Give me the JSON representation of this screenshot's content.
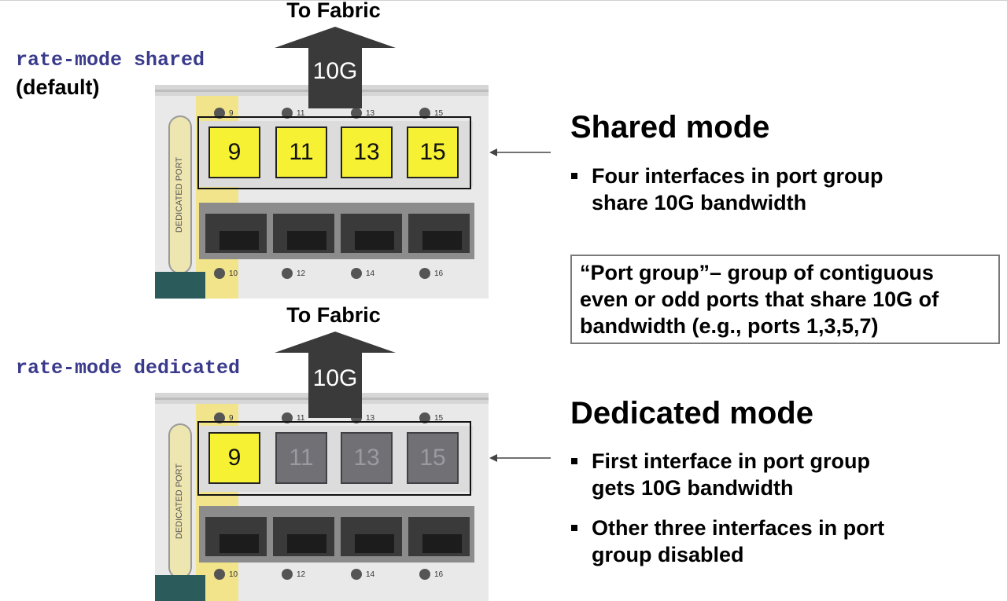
{
  "top_section": {
    "command": "rate-mode shared",
    "subtitle": "(default)",
    "fabric_label": "To Fabric",
    "bandwidth": "10G",
    "ports": [
      {
        "label": "9",
        "state": "enabled"
      },
      {
        "label": "11",
        "state": "enabled"
      },
      {
        "label": "13",
        "state": "enabled"
      },
      {
        "label": "15",
        "state": "enabled"
      }
    ],
    "photo_labels": {
      "top_row": [
        "9",
        "11",
        "13",
        "15"
      ],
      "bottom_row": [
        "10",
        "12",
        "14",
        "16"
      ],
      "side_label": "DEDICATED PORT"
    },
    "heading": "Shared mode",
    "bullets": [
      [
        "Four interfaces in port group",
        "share 10G bandwidth"
      ]
    ]
  },
  "note": {
    "lines": [
      "“Port group”– group of contiguous",
      "even or odd ports that share 10G of",
      "bandwidth (e.g., ports 1,3,5,7)"
    ]
  },
  "bottom_section": {
    "command": "rate-mode dedicated",
    "fabric_label": "To Fabric",
    "bandwidth": "10G",
    "ports": [
      {
        "label": "9",
        "state": "enabled"
      },
      {
        "label": "11",
        "state": "disabled"
      },
      {
        "label": "13",
        "state": "disabled"
      },
      {
        "label": "15",
        "state": "disabled"
      }
    ],
    "photo_labels": {
      "top_row": [
        "9",
        "11",
        "13",
        "15"
      ],
      "bottom_row": [
        "10",
        "12",
        "14",
        "16"
      ],
      "side_label": "DEDICATED PORT"
    },
    "heading": "Dedicated mode",
    "bullets": [
      [
        "First interface in port group",
        "gets 10G bandwidth"
      ],
      [
        "Other three interfaces in port",
        "group disabled"
      ]
    ]
  },
  "colors": {
    "code_text": "#3a3a8c",
    "port_enabled": "#f6f233",
    "port_disabled": "#707075",
    "arrow_fill": "#3a3a3a"
  }
}
